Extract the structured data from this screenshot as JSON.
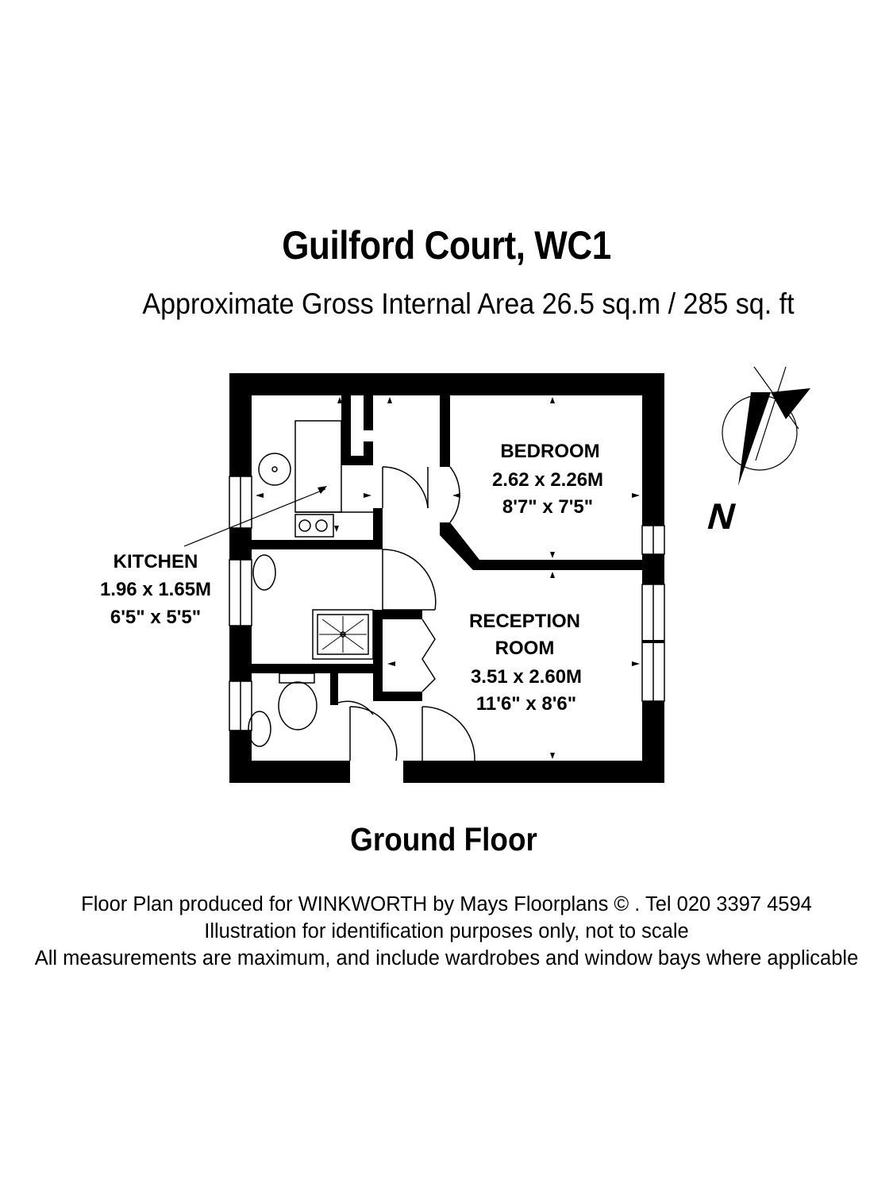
{
  "header": {
    "title": "Guilford Court, WC1",
    "subtitle": "Approximate Gross Internal Area 26.5 sq.m  /  285 sq. ft"
  },
  "rooms": {
    "bedroom": {
      "name": "BEDROOM",
      "metric": "2.62 x 2.26M",
      "imperial": "8'7\" x 7'5\""
    },
    "kitchen": {
      "name": "KITCHEN",
      "metric": "1.96 x 1.65M",
      "imperial": "6'5\" x 5'5\""
    },
    "reception": {
      "name1": "RECEPTION",
      "name2": "ROOM",
      "metric": "3.51 x 2.60M",
      "imperial": "11'6\" x 8'6\""
    }
  },
  "compass": {
    "label": "N"
  },
  "floor_label": "Ground Floor",
  "footer": {
    "line1": "Floor Plan produced for WINKWORTH by Mays Floorplans  © . Tel 020 3397 4594",
    "line2": "Illustration for identification purposes only, not to scale",
    "line3": "All measurements are maximum, and include wardrobes and window bays where applicable"
  }
}
